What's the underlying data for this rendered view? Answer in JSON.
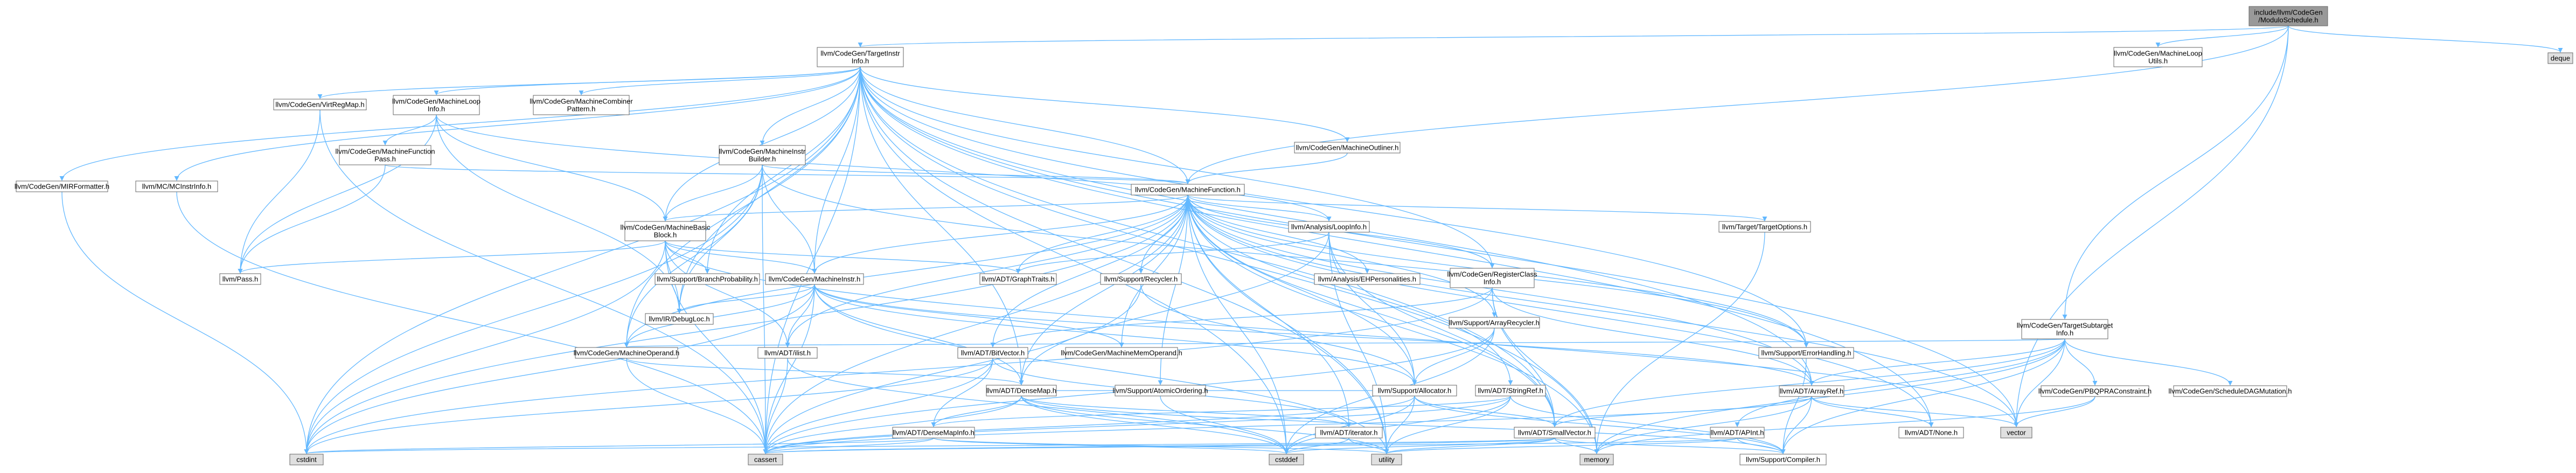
{
  "colors": {
    "edge": "#63b8ff",
    "root_fill": "#999999",
    "node_fill": "#ffffff",
    "external_fill": "#e0e0e0",
    "border_default": "#666666",
    "border_incomplete": "#ff0000",
    "text": "#000000"
  },
  "nodes": [
    {
      "id": "root",
      "lines": [
        "include/llvm/CodeGen",
        "/ModuloSchedule.h"
      ],
      "kind": "root"
    },
    {
      "id": "tii",
      "lines": [
        "llvm/CodeGen/TargetInstr",
        "Info.h"
      ],
      "kind": "doc"
    },
    {
      "id": "mlu",
      "lines": [
        "llvm/CodeGen/MachineLoop",
        "Utils.h"
      ],
      "kind": "doc"
    },
    {
      "id": "deque",
      "lines": [
        "deque"
      ],
      "kind": "ext"
    },
    {
      "id": "vrm",
      "lines": [
        "llvm/CodeGen/VirtRegMap.h"
      ],
      "kind": "red"
    },
    {
      "id": "mli",
      "lines": [
        "llvm/CodeGen/MachineLoop",
        "Info.h"
      ],
      "kind": "doc"
    },
    {
      "id": "mcp",
      "lines": [
        "llvm/CodeGen/MachineCombiner",
        "Pattern.h"
      ],
      "kind": "doc"
    },
    {
      "id": "mib",
      "lines": [
        "llvm/CodeGen/MachineInstr",
        "Builder.h"
      ],
      "kind": "red"
    },
    {
      "id": "mfp",
      "lines": [
        "llvm/CodeGen/MachineFunction",
        "Pass.h"
      ],
      "kind": "doc"
    },
    {
      "id": "mirf",
      "lines": [
        "llvm/CodeGen/MIRFormatter.h"
      ],
      "kind": "red"
    },
    {
      "id": "mcii",
      "lines": [
        "llvm/MC/MCInstrInfo.h"
      ],
      "kind": "red"
    },
    {
      "id": "mo",
      "lines": [
        "llvm/CodeGen/MachineOutliner.h"
      ],
      "kind": "red"
    },
    {
      "id": "mf",
      "lines": [
        "llvm/CodeGen/MachineFunction.h"
      ],
      "kind": "red"
    },
    {
      "id": "mbb",
      "lines": [
        "llvm/CodeGen/MachineBasic",
        "Block.h"
      ],
      "kind": "red"
    },
    {
      "id": "pass",
      "lines": [
        "llvm/Pass.h"
      ],
      "kind": "red"
    },
    {
      "id": "bp",
      "lines": [
        "llvm/Support/BranchProbability.h"
      ],
      "kind": "red"
    },
    {
      "id": "mi",
      "lines": [
        "llvm/CodeGen/MachineInstr.h"
      ],
      "kind": "red"
    },
    {
      "id": "gt",
      "lines": [
        "llvm/ADT/GraphTraits.h"
      ],
      "kind": "red"
    },
    {
      "id": "li",
      "lines": [
        "llvm/Analysis/LoopInfo.h"
      ],
      "kind": "red"
    },
    {
      "id": "rec",
      "lines": [
        "llvm/Support/Recycler.h"
      ],
      "kind": "doc"
    },
    {
      "id": "to",
      "lines": [
        "llvm/Target/TargetOptions.h"
      ],
      "kind": "red"
    },
    {
      "id": "eh",
      "lines": [
        "llvm/Analysis/EHPersonalities.h"
      ],
      "kind": "red"
    },
    {
      "id": "trc",
      "lines": [
        "llvm/CodeGen/RegisterClass",
        "Info.h"
      ],
      "kind": "red"
    },
    {
      "id": "dl",
      "lines": [
        "llvm/IR/DebugLoc.h"
      ],
      "kind": "red"
    },
    {
      "id": "mop",
      "lines": [
        "llvm/CodeGen/MachineOperand.h"
      ],
      "kind": "red"
    },
    {
      "id": "ilist",
      "lines": [
        "llvm/ADT/ilist.h"
      ],
      "kind": "red"
    },
    {
      "id": "bv",
      "lines": [
        "llvm/ADT/BitVector.h"
      ],
      "kind": "red"
    },
    {
      "id": "mmo",
      "lines": [
        "llvm/CodeGen/MachineMemOperand.h"
      ],
      "kind": "red"
    },
    {
      "id": "ar",
      "lines": [
        "llvm/Support/ArrayRecycler.h"
      ],
      "kind": "red"
    },
    {
      "id": "eh2",
      "lines": [
        "llvm/Support/ErrorHandling.h"
      ],
      "kind": "doc"
    },
    {
      "id": "tsi",
      "lines": [
        "llvm/CodeGen/TargetSubtarget",
        "Info.h"
      ],
      "kind": "red"
    },
    {
      "id": "dm",
      "lines": [
        "llvm/ADT/DenseMap.h"
      ],
      "kind": "red"
    },
    {
      "id": "ao",
      "lines": [
        "llvm/Support/AtomicOrdering.h"
      ],
      "kind": "doc"
    },
    {
      "id": "alloc",
      "lines": [
        "llvm/Support/Allocator.h"
      ],
      "kind": "red"
    },
    {
      "id": "sr",
      "lines": [
        "llvm/ADT/StringRef.h"
      ],
      "kind": "red"
    },
    {
      "id": "arr",
      "lines": [
        "llvm/ADT/ArrayRef.h"
      ],
      "kind": "red"
    },
    {
      "id": "pbq",
      "lines": [
        "llvm/CodeGen/PBQPRAConstraint.h"
      ],
      "kind": "red"
    },
    {
      "id": "sdm",
      "lines": [
        "llvm/CodeGen/ScheduleDAGMutation.h"
      ],
      "kind": "doc"
    },
    {
      "id": "dmi",
      "lines": [
        "llvm/ADT/DenseMapInfo.h"
      ],
      "kind": "red"
    },
    {
      "id": "iter",
      "lines": [
        "llvm/ADT/iterator.h"
      ],
      "kind": "red"
    },
    {
      "id": "sv",
      "lines": [
        "llvm/ADT/SmallVector.h"
      ],
      "kind": "red"
    },
    {
      "id": "apint",
      "lines": [
        "llvm/ADT/APInt.h"
      ],
      "kind": "red"
    },
    {
      "id": "none",
      "lines": [
        "llvm/ADT/None.h"
      ],
      "kind": "doc"
    },
    {
      "id": "vector",
      "lines": [
        "vector"
      ],
      "kind": "ext"
    },
    {
      "id": "cstdint",
      "lines": [
        "cstdint"
      ],
      "kind": "ext"
    },
    {
      "id": "cassert",
      "lines": [
        "cassert"
      ],
      "kind": "ext"
    },
    {
      "id": "cstddef",
      "lines": [
        "cstddef"
      ],
      "kind": "ext"
    },
    {
      "id": "utility",
      "lines": [
        "utility"
      ],
      "kind": "ext"
    },
    {
      "id": "memory",
      "lines": [
        "memory"
      ],
      "kind": "ext"
    },
    {
      "id": "comp",
      "lines": [
        "llvm/Support/Compiler.h"
      ],
      "kind": "red"
    }
  ],
  "edges": [
    [
      "root",
      "tii"
    ],
    [
      "root",
      "mlu"
    ],
    [
      "root",
      "deque"
    ],
    [
      "root",
      "mf"
    ],
    [
      "root",
      "tsi"
    ],
    [
      "root",
      "vector"
    ],
    [
      "tii",
      "vrm"
    ],
    [
      "tii",
      "mli"
    ],
    [
      "tii",
      "mcp"
    ],
    [
      "tii",
      "mib"
    ],
    [
      "tii",
      "mirf"
    ],
    [
      "tii",
      "mcii"
    ],
    [
      "tii",
      "mo"
    ],
    [
      "tii",
      "mf"
    ],
    [
      "tii",
      "mbb"
    ],
    [
      "tii",
      "mi"
    ],
    [
      "tii",
      "mop"
    ],
    [
      "tii",
      "trc"
    ],
    [
      "tii",
      "dm"
    ],
    [
      "tii",
      "arr"
    ],
    [
      "tii",
      "none"
    ],
    [
      "tii",
      "sv"
    ],
    [
      "tii",
      "eh2"
    ],
    [
      "tii",
      "cassert"
    ],
    [
      "tii",
      "cstddef"
    ],
    [
      "tii",
      "cstdint"
    ],
    [
      "tii",
      "utility"
    ],
    [
      "tii",
      "vector"
    ],
    [
      "tii",
      "memory"
    ],
    [
      "tii",
      "bp"
    ],
    [
      "tii",
      "dl"
    ],
    [
      "vrm",
      "pass"
    ],
    [
      "vrm",
      "cassert"
    ],
    [
      "mli",
      "mfp"
    ],
    [
      "mli",
      "mbb"
    ],
    [
      "mli",
      "li"
    ],
    [
      "mli",
      "dl"
    ],
    [
      "mli",
      "pass"
    ],
    [
      "mib",
      "mf"
    ],
    [
      "mib",
      "mbb"
    ],
    [
      "mib",
      "mi"
    ],
    [
      "mib",
      "mop"
    ],
    [
      "mib",
      "dl"
    ],
    [
      "mib",
      "cassert"
    ],
    [
      "mib",
      "cstdint"
    ],
    [
      "mib",
      "eh2"
    ],
    [
      "mfp",
      "mf"
    ],
    [
      "mfp",
      "pass"
    ],
    [
      "mirf",
      "cstdint"
    ],
    [
      "mcii",
      "cassert"
    ],
    [
      "mo",
      "mf"
    ],
    [
      "mf",
      "mbb"
    ],
    [
      "mf",
      "mi"
    ],
    [
      "mf",
      "gt"
    ],
    [
      "mf",
      "li"
    ],
    [
      "mf",
      "rec"
    ],
    [
      "mf",
      "to"
    ],
    [
      "mf",
      "eh"
    ],
    [
      "mf",
      "trc"
    ],
    [
      "mf",
      "mop"
    ],
    [
      "mf",
      "ilist"
    ],
    [
      "mf",
      "bv"
    ],
    [
      "mf",
      "mmo"
    ],
    [
      "mf",
      "ar"
    ],
    [
      "mf",
      "eh2"
    ],
    [
      "mf",
      "dm"
    ],
    [
      "mf",
      "ao"
    ],
    [
      "mf",
      "alloc"
    ],
    [
      "mf",
      "arr"
    ],
    [
      "mf",
      "iter"
    ],
    [
      "mf",
      "sv"
    ],
    [
      "mf",
      "none"
    ],
    [
      "mf",
      "vector"
    ],
    [
      "mf",
      "cassert"
    ],
    [
      "mf",
      "cstddef"
    ],
    [
      "mf",
      "cstdint"
    ],
    [
      "mf",
      "utility"
    ],
    [
      "mf",
      "memory"
    ],
    [
      "mf",
      "sr"
    ],
    [
      "mbb",
      "pass"
    ],
    [
      "mbb",
      "bp"
    ],
    [
      "mbb",
      "mi"
    ],
    [
      "mbb",
      "gt"
    ],
    [
      "mbb",
      "ilist"
    ],
    [
      "mbb",
      "dl"
    ],
    [
      "mbb",
      "cassert"
    ],
    [
      "mbb",
      "cstdint"
    ],
    [
      "mbb",
      "vector"
    ],
    [
      "mi",
      "mop"
    ],
    [
      "mi",
      "mmo"
    ],
    [
      "mi",
      "dl"
    ],
    [
      "mi",
      "ilist"
    ],
    [
      "mi",
      "dm"
    ],
    [
      "mi",
      "arr"
    ],
    [
      "mi",
      "cassert"
    ],
    [
      "mi",
      "cstdint"
    ],
    [
      "mi",
      "utility"
    ],
    [
      "mi",
      "alloc"
    ],
    [
      "li",
      "gt"
    ],
    [
      "li",
      "dm"
    ],
    [
      "li",
      "sv"
    ],
    [
      "li",
      "alloc"
    ],
    [
      "li",
      "utility"
    ],
    [
      "rec",
      "alloc"
    ],
    [
      "rec",
      "cassert"
    ],
    [
      "to",
      "memory"
    ],
    [
      "trc",
      "bv"
    ],
    [
      "trc",
      "arr"
    ],
    [
      "trc",
      "sv"
    ],
    [
      "trc",
      "memory"
    ],
    [
      "trc",
      "cstdint"
    ],
    [
      "mop",
      "dm"
    ],
    [
      "mop",
      "cassert"
    ],
    [
      "ilist",
      "cassert"
    ],
    [
      "ilist",
      "cstddef"
    ],
    [
      "bv",
      "dmi"
    ],
    [
      "bv",
      "iter"
    ],
    [
      "bv",
      "cassert"
    ],
    [
      "bv",
      "cstdint"
    ],
    [
      "ar",
      "alloc"
    ],
    [
      "ar",
      "cstddef"
    ],
    [
      "ar",
      "cassert"
    ],
    [
      "ao",
      "cstddef"
    ],
    [
      "tsi",
      "mop"
    ],
    [
      "tsi",
      "pbq"
    ],
    [
      "tsi",
      "sdm"
    ],
    [
      "tsi",
      "arr"
    ],
    [
      "tsi",
      "sv"
    ],
    [
      "tsi",
      "apint"
    ],
    [
      "tsi",
      "memory"
    ],
    [
      "tsi",
      "vector"
    ],
    [
      "tsi",
      "comp"
    ],
    [
      "dm",
      "dmi"
    ],
    [
      "dm",
      "alloc"
    ],
    [
      "dm",
      "cassert"
    ],
    [
      "dm",
      "cstddef"
    ],
    [
      "dm",
      "utility"
    ],
    [
      "dm",
      "comp"
    ],
    [
      "dm",
      "iter"
    ],
    [
      "alloc",
      "sv"
    ],
    [
      "alloc",
      "cassert"
    ],
    [
      "alloc",
      "cstddef"
    ],
    [
      "alloc",
      "utility"
    ],
    [
      "alloc",
      "comp"
    ],
    [
      "sr",
      "dmi"
    ],
    [
      "sr",
      "cassert"
    ],
    [
      "sr",
      "cstddef"
    ],
    [
      "sr",
      "utility"
    ],
    [
      "sr",
      "comp"
    ],
    [
      "arr",
      "none"
    ],
    [
      "arr",
      "sv"
    ],
    [
      "arr",
      "vector"
    ],
    [
      "arr",
      "cassert"
    ],
    [
      "arr",
      "comp"
    ],
    [
      "arr",
      "memory"
    ],
    [
      "pbq",
      "memory"
    ],
    [
      "pbq",
      "vector"
    ],
    [
      "dmi",
      "cassert"
    ],
    [
      "dmi",
      "cstddef"
    ],
    [
      "dmi",
      "cstdint"
    ],
    [
      "dmi",
      "utility"
    ],
    [
      "iter",
      "cstddef"
    ],
    [
      "iter",
      "utility"
    ],
    [
      "sv",
      "cassert"
    ],
    [
      "sv",
      "cstddef"
    ],
    [
      "sv",
      "cstdint"
    ],
    [
      "sv",
      "utility"
    ],
    [
      "sv",
      "memory"
    ],
    [
      "sv",
      "comp"
    ],
    [
      "apint",
      "cassert"
    ],
    [
      "apint",
      "utility"
    ],
    [
      "apint",
      "comp"
    ],
    [
      "eh2",
      "comp"
    ]
  ]
}
